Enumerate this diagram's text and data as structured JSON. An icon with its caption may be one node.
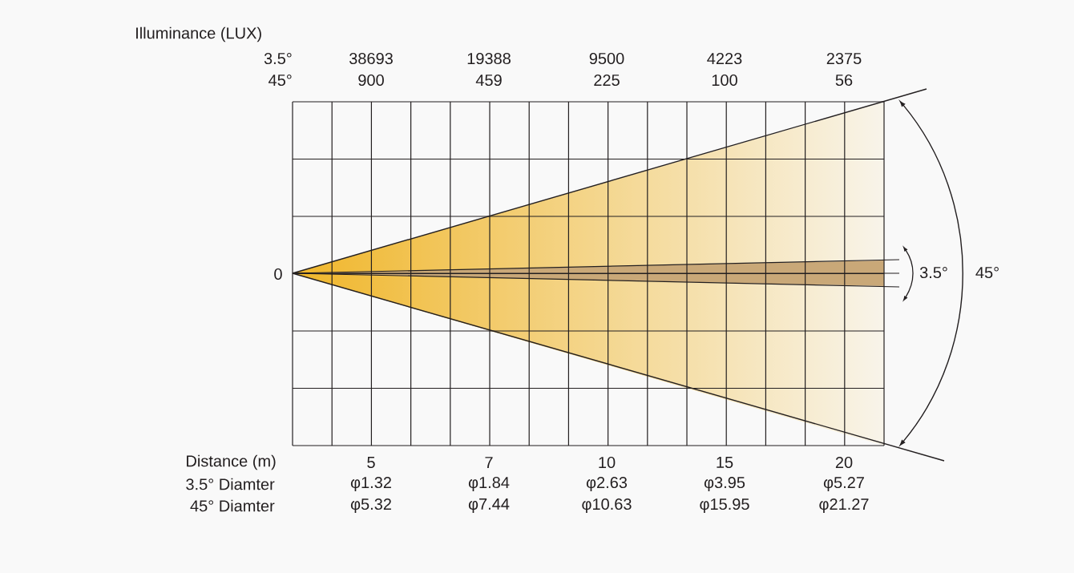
{
  "diagram": {
    "labels": [
      "Illuminance (LUX)",
      "3.5°",
      "38693",
      "19388",
      "9500",
      "4223",
      "2375",
      "45°",
      "900",
      "459",
      "225",
      "100",
      "56",
      "0",
      "3.5°",
      "45°",
      "Distance (m)",
      "5",
      "7",
      "10",
      "15",
      "20",
      "3.5° Diamter",
      "φ1.32",
      "φ1.84",
      "φ2.63",
      "φ3.95",
      "φ5.27",
      "45° Diamter",
      "φ5.32",
      "φ7.44",
      "φ10.63",
      "φ15.95",
      "φ21.27"
    ]
  }
}
